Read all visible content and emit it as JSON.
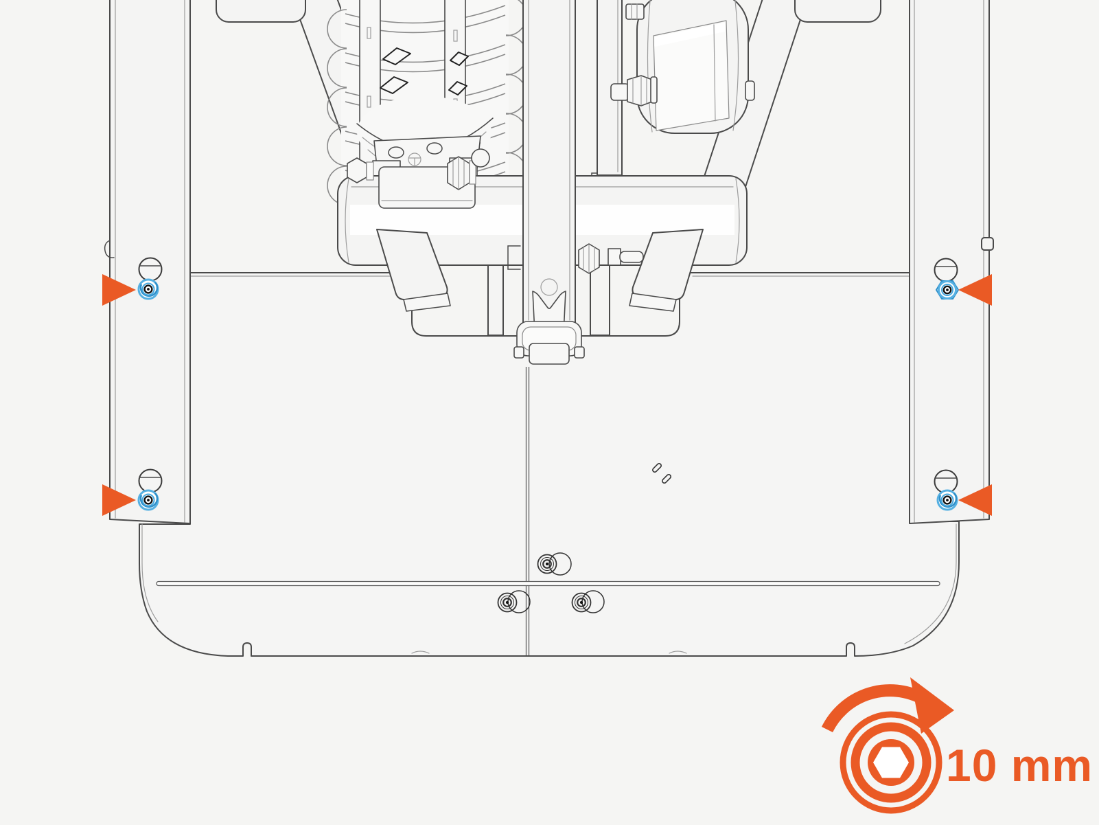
{
  "diagram": {
    "type": "assembly-instruction-illustration",
    "subject": "underside chassis line drawing with rear suspension, four highlighted cover bolts",
    "background_color": "#f5f5f3",
    "line_color": "#4a4a4a",
    "accent_orange": "#ea5a25",
    "bolt_highlight_blue": "#45a7dd",
    "markers": [
      {
        "id": "top-left",
        "arrow_direction": "right",
        "target": "cover-bolt"
      },
      {
        "id": "top-right",
        "arrow_direction": "left",
        "target": "cover-bolt"
      },
      {
        "id": "bottom-left",
        "arrow_direction": "right",
        "target": "cover-bolt"
      },
      {
        "id": "bottom-right",
        "arrow_direction": "left",
        "target": "cover-bolt"
      }
    ],
    "tool": {
      "icon": "hex-socket-rotate",
      "label": "10 mm"
    }
  }
}
